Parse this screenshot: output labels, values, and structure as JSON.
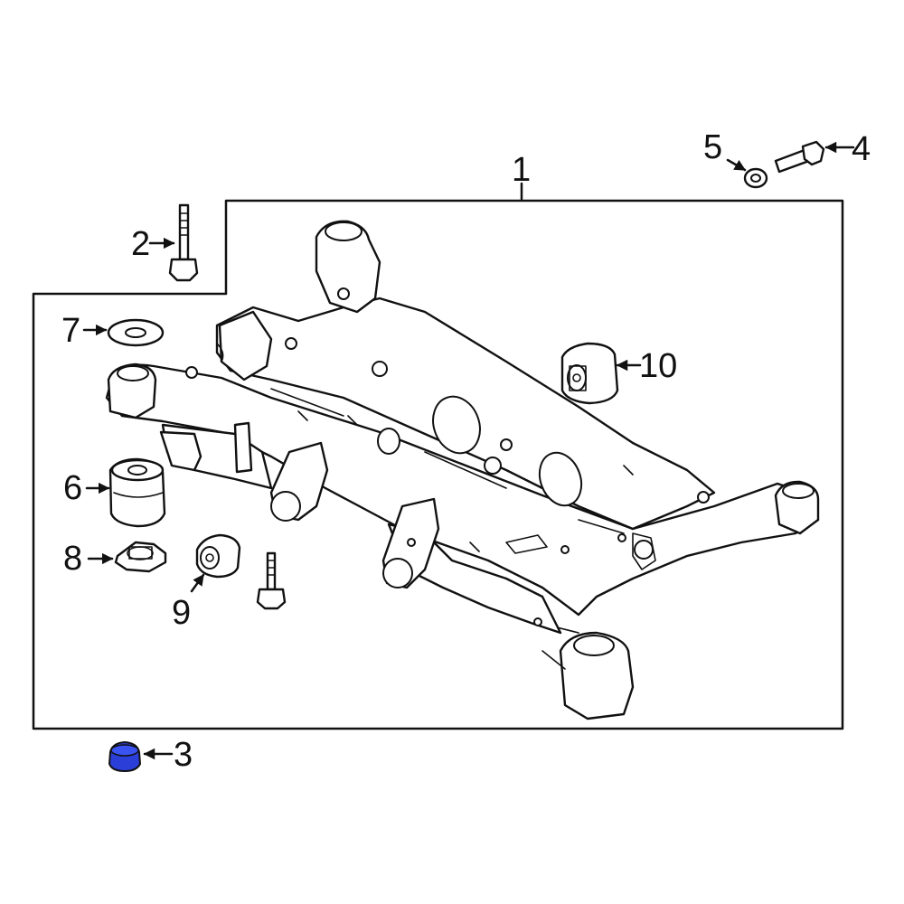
{
  "diagram": {
    "callouts": [
      {
        "id": "1",
        "label": "1"
      },
      {
        "id": "2",
        "label": "2"
      },
      {
        "id": "3",
        "label": "3"
      },
      {
        "id": "4",
        "label": "4"
      },
      {
        "id": "5",
        "label": "5"
      },
      {
        "id": "6",
        "label": "6"
      },
      {
        "id": "7",
        "label": "7"
      },
      {
        "id": "8",
        "label": "8"
      },
      {
        "id": "9",
        "label": "9"
      },
      {
        "id": "10",
        "label": "10"
      }
    ],
    "highlight_color": "#2b3fd8",
    "highlighted_part": "3"
  }
}
